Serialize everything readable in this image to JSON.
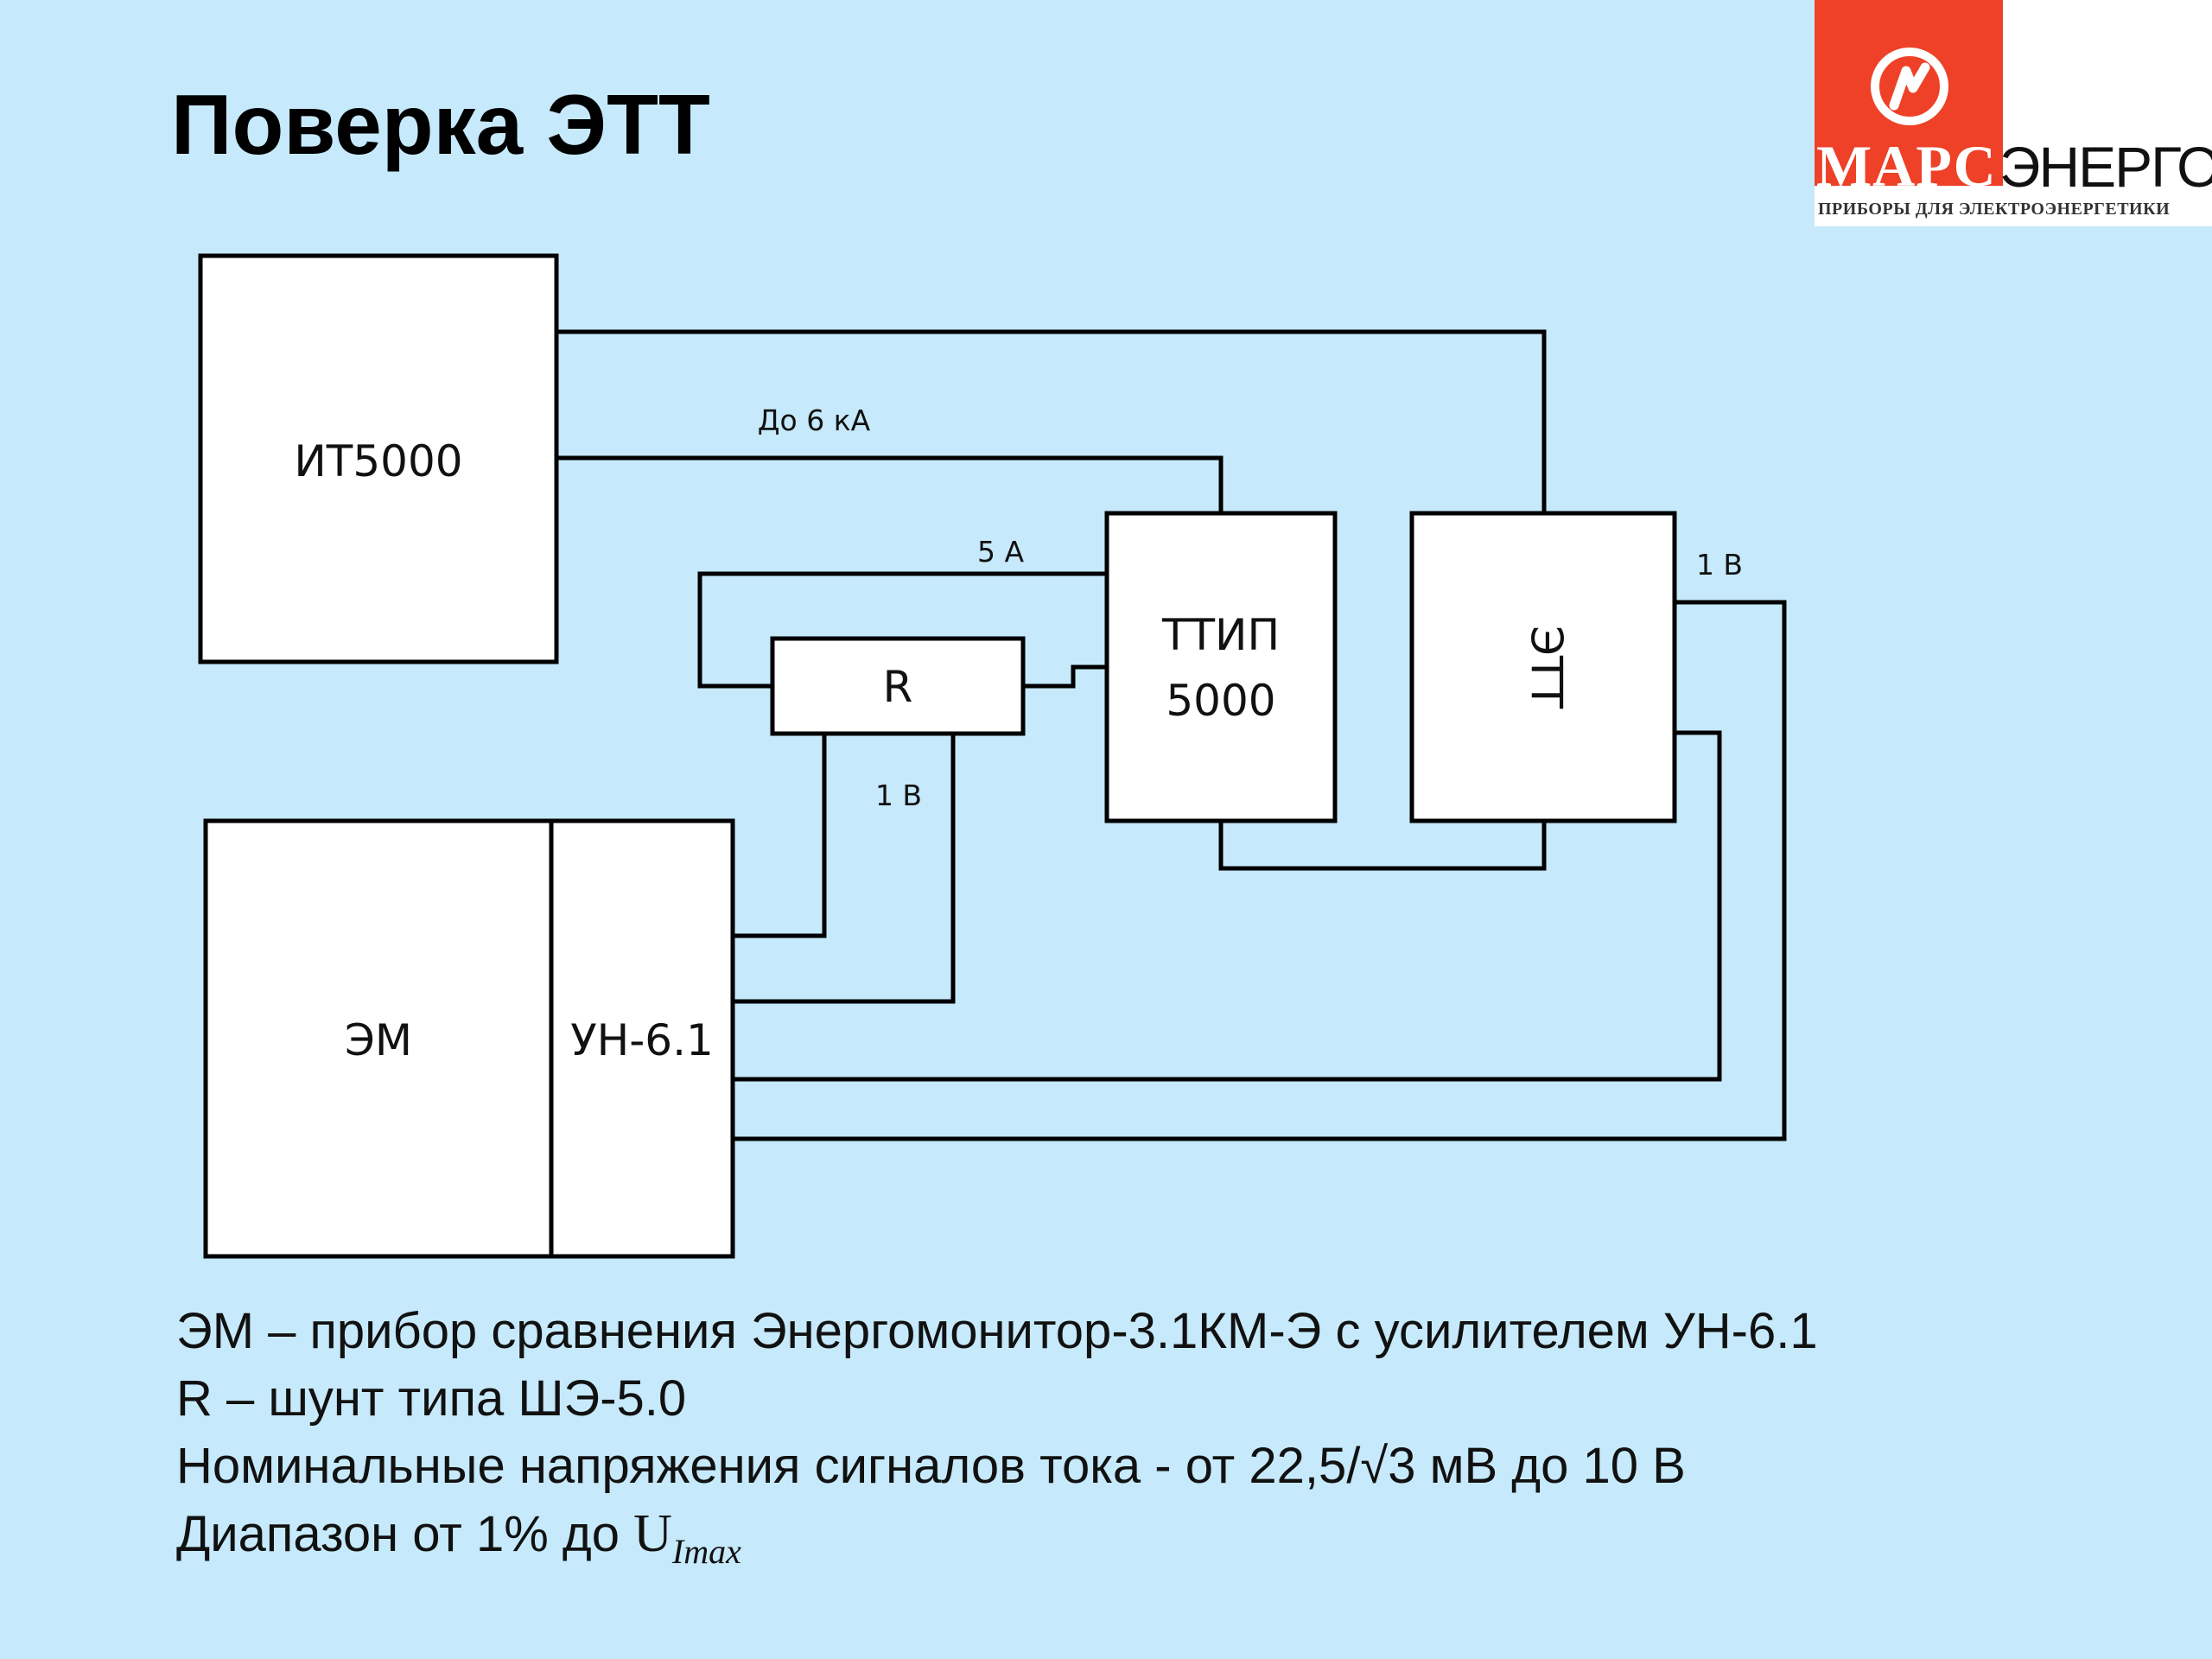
{
  "title": "Поверка ЭТТ",
  "logo": {
    "brand_part1": "МАРС",
    "brand_part2": "ЭНЕРГО",
    "tagline": "ПРИБОРЫ ДЛЯ ЭЛЕКТРОЭНЕРГЕТИКИ",
    "red": "#ee4127",
    "emblem_icon": "lightning-circle-icon"
  },
  "diagram": {
    "blocks": {
      "it5000": "ИТ5000",
      "ttip_line1": "ТТИП",
      "ttip_line2": "5000",
      "ett": "ЭТТ",
      "r": "R",
      "em": "ЭМ",
      "un": "УН-6.1"
    },
    "wire_labels": {
      "up_to_6ka": "До 6 кА",
      "five_a": "5 А",
      "one_v_right": "1 В",
      "one_v_r": "1 В"
    }
  },
  "notes": {
    "line1": "ЭМ – прибор сравнения Энергомонитор-3.1КМ-Э с усилителем УН-6.1",
    "line2": "R – шунт типа ШЭ-5.0",
    "line3": "Номинальные напряжения сигналов тока - от 22,5/√3 мВ до 10 В",
    "line4_prefix": "Диапазон от 1% до ",
    "line4_symbol": "U",
    "line4_sub": "Imax"
  }
}
